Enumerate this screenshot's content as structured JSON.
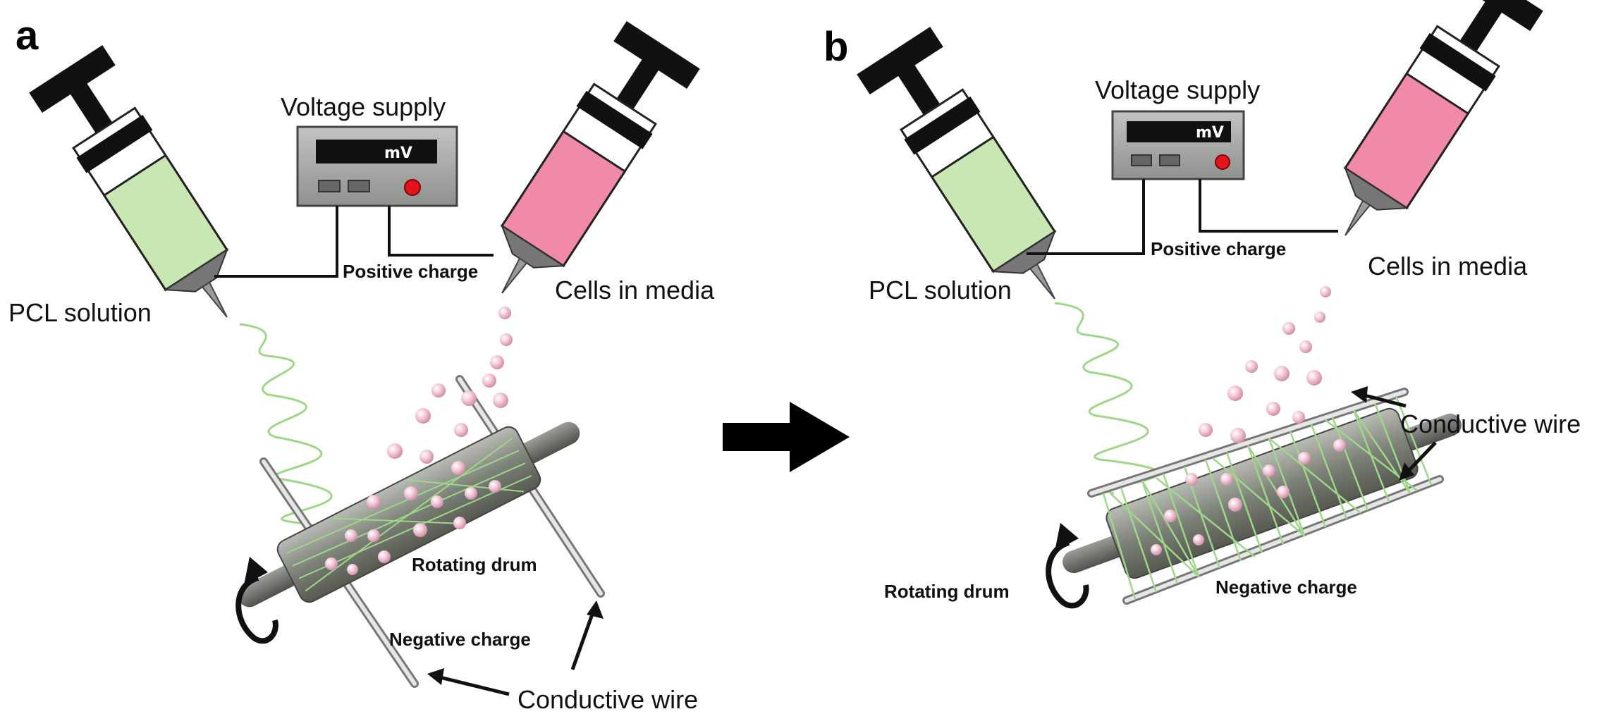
{
  "colors": {
    "pcl_fill": "#c9e7b3",
    "media_fill": "#f08aa8",
    "fiber": "#9fd68a",
    "cell": "#f2bcd0",
    "drum": "#8a8f87",
    "device": "#a5a7a5",
    "led": "#e3151b"
  },
  "panel_a": {
    "letter": "a",
    "voltage_supply": "Voltage supply",
    "meter_unit": "mV",
    "positive_charge": "Positive charge",
    "pcl_solution": "PCL solution",
    "cells_in_media": "Cells in media",
    "rotating_drum": "Rotating drum",
    "negative_charge": "Negative charge",
    "conductive_wire": "Conductive wire"
  },
  "panel_b": {
    "letter": "b",
    "voltage_supply": "Voltage supply",
    "meter_unit": "mV",
    "positive_charge": "Positive charge",
    "pcl_solution": "PCL solution",
    "cells_in_media": "Cells in media",
    "rotating_drum": "Rotating drum",
    "negative_charge": "Negative charge",
    "conductive_wire": "Conductive wire"
  },
  "icons": {
    "transition_arrow": "right-arrow-icon",
    "rotation_arrow": "rotation-arrow-icon"
  }
}
